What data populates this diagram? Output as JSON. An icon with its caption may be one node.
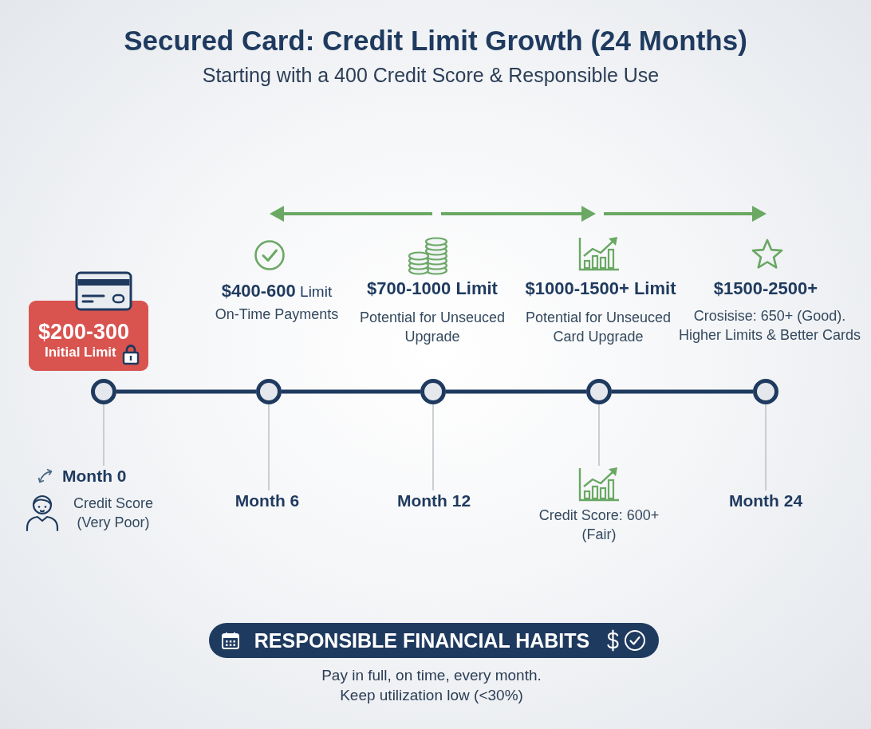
{
  "diagram": {
    "title": "Secured Card: Credit Limit Growth (24 Months)",
    "nodes": [
      {
        "text": [
          "$200-300",
          "Initial Limit"
        ]
      },
      {
        "text": [],
        "shape": "circle"
      },
      {
        "text": [],
        "shape": "circle",
        "beside": [
          "**$400-600** Limit",
          "On-Time Payments"
        ]
      },
      {
        "text": [],
        "shape": "circle",
        "beside": [
          "$700-1000 Limit",
          "Potential for Unseuced Upgrade"
        ]
      },
      {
        "text": [],
        "shape": "circle",
        "beside": [
          "$1000-1500+ Limit",
          "Potential for Unseuced Card Upgrade"
        ]
      },
      {
        "text": [],
        "shape": "circle",
        "beside": [
          "$1500-2500+",
          "Crosisise: 650+ (Good). Higher Limits & Better Cards"
        ]
      },
      {
        "text": [
          "Month 0"
        ],
        "beside": [
          "Credit Score (Very Poor)"
        ]
      },
      {
        "text": [
          "Month 6"
        ]
      },
      {
        "text": [
          "Month 12"
        ]
      },
      {
        "text": [
          "Credit Score: 600+ (Fair)"
        ]
      },
      {
        "text": [
          "Month 24"
        ]
      },
      {
        "text": [
          "RESPONSIBLE FINANCIAL HABITS"
        ],
        "beside": [
          "Pay in full, on time, every month. Keep utilization low (<30%)"
        ]
      }
    ],
    "edges": [
      {
        "from": 1,
        "to": 2,
        "arrow": "none",
        "style": "thick",
        "color": "#1f3a5f"
      },
      {
        "from": 2,
        "to": 3,
        "arrow": "none",
        "style": "thick",
        "color": "#1f3a5f"
      },
      {
        "from": 3,
        "to": 4,
        "arrow": "none",
        "style": "thick",
        "color": "#1f3a5f"
      },
      {
        "from": 4,
        "to": 5,
        "arrow": "none",
        "style": "thick",
        "color": "#1f3a5f"
      },
      {
        "from": 6,
        "to": 1,
        "arrow": "none"
      },
      {
        "from": 7,
        "to": 2,
        "arrow": "none"
      },
      {
        "from": 8,
        "to": 3,
        "arrow": "none"
      },
      {
        "from": 9,
        "to": 4,
        "arrow": "none"
      },
      {
        "from": 10,
        "to": 5,
        "arrow": "none"
      }
    ],
    "labels": [
      "Starting with a 400 Credit Score & Responsible Use"
    ]
  }
}
